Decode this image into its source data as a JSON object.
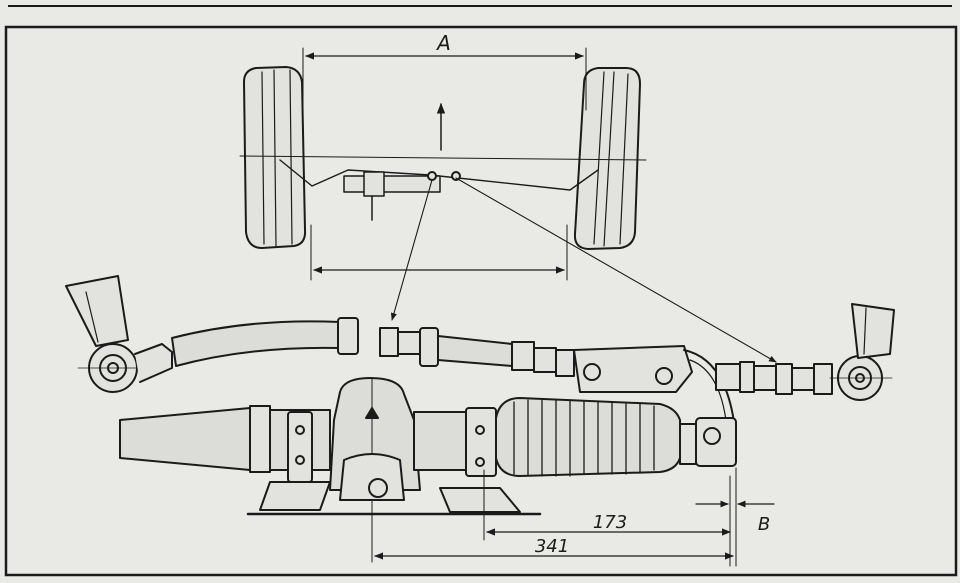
{
  "figure": {
    "labels": {
      "track_width": "A",
      "offset": "B",
      "dim_short": "173",
      "dim_long": "341"
    },
    "colors": {
      "background": "#e9e9e6",
      "ink": "#1b1b1b",
      "part_fill": "#d6d6d2"
    }
  }
}
